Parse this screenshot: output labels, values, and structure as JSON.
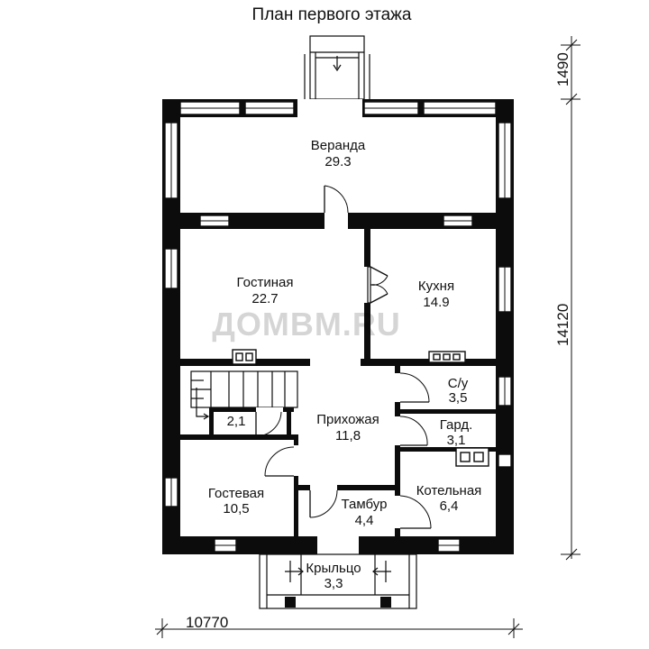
{
  "title": "План первого этажа",
  "watermark": "ДОМВМ.RU",
  "dimensions": {
    "width": "10770",
    "height_total": "14120",
    "height_porch": "1490"
  },
  "rooms": {
    "veranda": {
      "name": "Веранда",
      "area": "29.3"
    },
    "living": {
      "name": "Гостиная",
      "area": "22.7"
    },
    "kitchen": {
      "name": "Кухня",
      "area": "14.9"
    },
    "wc": {
      "name": "С/у",
      "area": "3,5"
    },
    "wardrobe": {
      "name": "Гард.",
      "area": "3,1"
    },
    "hall": {
      "name": "Прихожая",
      "area": "11,8"
    },
    "closet": {
      "name": "",
      "area": "2,1"
    },
    "guest": {
      "name": "Гостевая",
      "area": "10,5"
    },
    "boiler": {
      "name": "Котельная",
      "area": "6,4"
    },
    "vestibule": {
      "name": "Тамбур",
      "area": "4,4"
    },
    "porch": {
      "name": "Крыльцо",
      "area": "3,3"
    }
  },
  "colors": {
    "wall": "#0c0c0c",
    "background": "#ffffff"
  }
}
